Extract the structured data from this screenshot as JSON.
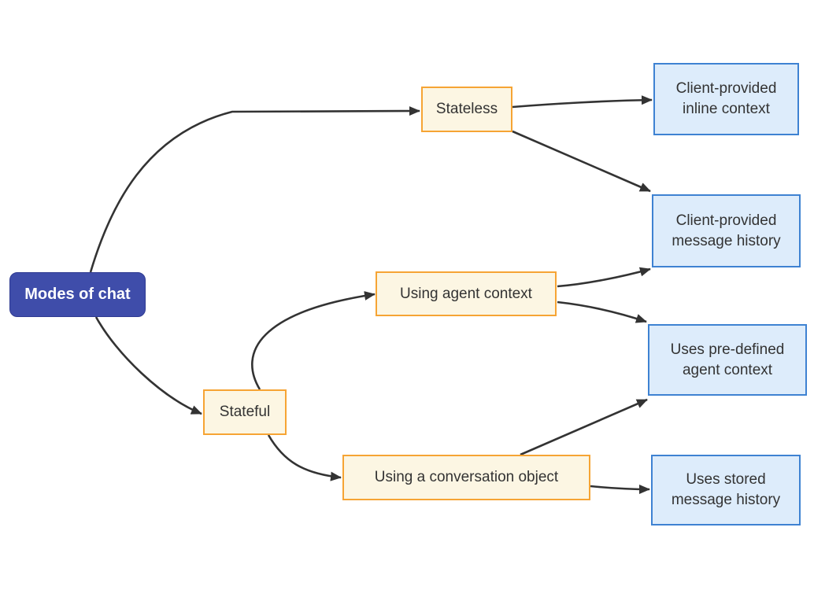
{
  "diagram": {
    "type": "flowchart-left-to-right",
    "title": "Modes of chat",
    "nodes": {
      "root": {
        "label": "Modes of chat",
        "kind": "root"
      },
      "stateless": {
        "label": "Stateless",
        "kind": "branch"
      },
      "stateful": {
        "label": "Stateful",
        "kind": "branch"
      },
      "agent_context": {
        "label": "Using agent context",
        "kind": "branch"
      },
      "conversation_object": {
        "label": "Using a conversation object",
        "kind": "branch"
      },
      "inline_context": {
        "label": "Client-provided inline context",
        "lines": [
          "Client-provided",
          "inline context"
        ],
        "kind": "leaf"
      },
      "message_history": {
        "label": "Client-provided message history",
        "lines": [
          "Client-provided",
          "message history"
        ],
        "kind": "leaf"
      },
      "predefined_context": {
        "label": "Uses pre-defined agent context",
        "lines": [
          "Uses pre-defined",
          "agent context"
        ],
        "kind": "leaf"
      },
      "stored_history": {
        "label": "Uses stored message history",
        "lines": [
          "Uses stored",
          "message history"
        ],
        "kind": "leaf"
      }
    },
    "edges": [
      {
        "from": "Modes of chat",
        "to": "Stateless"
      },
      {
        "from": "Modes of chat",
        "to": "Stateful"
      },
      {
        "from": "Stateless",
        "to": "Client-provided inline context"
      },
      {
        "from": "Stateless",
        "to": "Client-provided message history"
      },
      {
        "from": "Stateful",
        "to": "Using agent context"
      },
      {
        "from": "Stateful",
        "to": "Using a conversation object"
      },
      {
        "from": "Using agent context",
        "to": "Client-provided message history"
      },
      {
        "from": "Using agent context",
        "to": "Uses pre-defined agent context"
      },
      {
        "from": "Using a conversation object",
        "to": "Uses pre-defined agent context"
      },
      {
        "from": "Using a conversation object",
        "to": "Uses stored message history"
      }
    ],
    "colors": {
      "background": "#ffffff",
      "root_fill": "#3f4daa",
      "root_border": "#2f3b92",
      "root_text": "#ffffff",
      "branch_fill": "#fcf6e3",
      "branch_border": "#f6a434",
      "leaf_fill": "#ddecfb",
      "leaf_border": "#3e82d2",
      "node_text": "#333333",
      "edge_stroke": "#333333"
    }
  }
}
